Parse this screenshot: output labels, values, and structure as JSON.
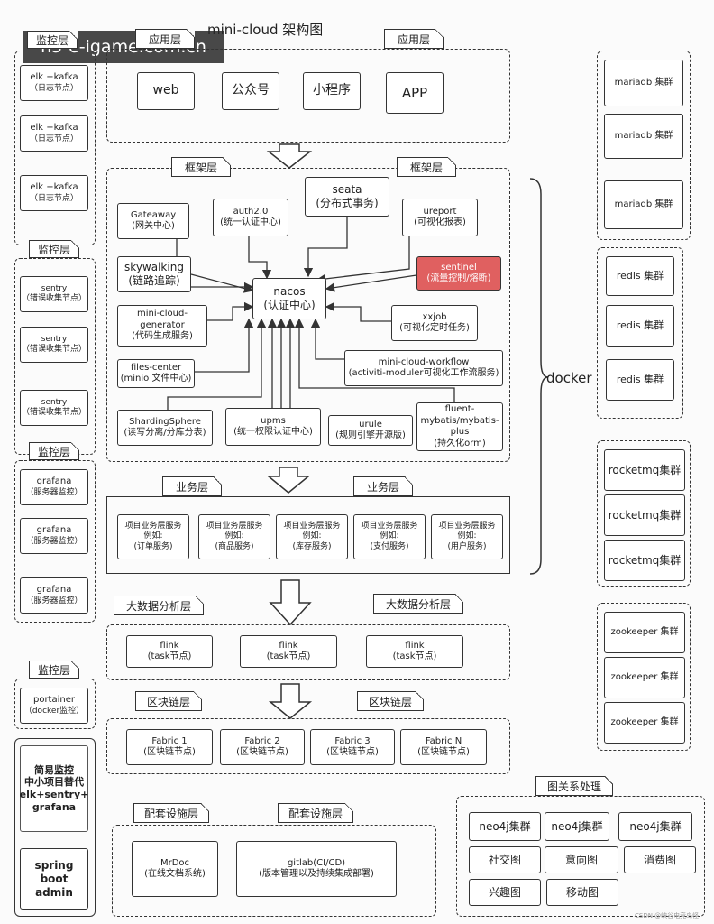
{
  "title": "mini-cloud 架构图",
  "watermark": "h5-e-igame.com.cn",
  "footer_credit": "CSDN @峡谷电竞鸟怪",
  "docker_label": "docker",
  "left": {
    "group1": {
      "tab": "监控层",
      "nodes": [
        {
          "name": "elk +kafka",
          "sub": "（日志节点）"
        },
        {
          "name": "elk +kafka",
          "sub": "（日志节点）"
        },
        {
          "name": "elk +kafka",
          "sub": "（日志节点）"
        }
      ]
    },
    "group2": {
      "tab": "监控层",
      "nodes": [
        {
          "name": "sentry",
          "sub": "（错误收集节点）"
        },
        {
          "name": "sentry",
          "sub": "（错误收集节点）"
        },
        {
          "name": "sentry",
          "sub": "（错误收集节点）"
        }
      ]
    },
    "group3": {
      "tab": "监控层",
      "nodes": [
        {
          "name": "grafana",
          "sub": "（服务器监控）"
        },
        {
          "name": "grafana",
          "sub": "（服务器监控）"
        },
        {
          "name": "grafana",
          "sub": "（服务器监控）"
        }
      ]
    },
    "group4": {
      "tab": "监控层",
      "nodes": [
        {
          "name": "portainer",
          "sub": "（docker监控）"
        }
      ]
    },
    "simple": {
      "text1": "简易监控",
      "text2": "中小项目替代",
      "text3": "elk+sentry+",
      "text4": "grafana",
      "spring1": "spring",
      "spring2": "boot",
      "spring3": "admin"
    }
  },
  "app_layer": {
    "tab1": "应用层",
    "tab2": "应用层",
    "items": [
      "web",
      "公众号",
      "小程序",
      "APP"
    ]
  },
  "framework": {
    "tab1": "框架层",
    "tab2": "框架层",
    "center": {
      "name": "nacos",
      "sub": "(认证中心)"
    },
    "gateway": {
      "name": "Gateaway",
      "sub": "(网关中心)"
    },
    "auth": {
      "name": "auth2.0",
      "sub": "(统一认证中心)"
    },
    "seata": {
      "name": "seata",
      "sub": "(分布式事务)"
    },
    "ureport": {
      "name": "ureport",
      "sub": "(可视化报表)"
    },
    "skywalking": {
      "name": "skywalking",
      "sub": "(链路追踪)"
    },
    "sentinel": {
      "name": "sentinel",
      "sub": "(流量控制/熔断)"
    },
    "generator": {
      "l1": "mini-cloud-",
      "l2": "generator",
      "sub": "(代码生成服务)"
    },
    "xxjob": {
      "name": "xxjob",
      "sub": "(可视化定时任务)"
    },
    "files": {
      "name": "files-center",
      "sub": "(minio 文件中心)"
    },
    "workflow": {
      "name": "mini-cloud-workflow",
      "sub": "(activiti-moduler可视化工作流服务)"
    },
    "sharding": {
      "name": "ShardingSphere",
      "sub": "(读写分离/分库分表)"
    },
    "upms": {
      "name": "upms",
      "sub": "(统一权限认证中心)"
    },
    "urule": {
      "name": "urule",
      "sub": "(规则引擎开源版)"
    },
    "fluent": {
      "l1": "fluent-",
      "l2": "mybatis/mybatis-",
      "l3": "plus",
      "sub": "(持久化orm)"
    }
  },
  "business": {
    "tab1": "业务层",
    "tab2": "业务层",
    "items": [
      {
        "l1": "项目业务层服务",
        "l2": "例如:",
        "l3": "(订单服务)"
      },
      {
        "l1": "项目业务层服务",
        "l2": "例如:",
        "l3": "(商品服务)"
      },
      {
        "l1": "项目业务层服务",
        "l2": "例如:",
        "l3": "(库存服务)"
      },
      {
        "l1": "项目业务层服务",
        "l2": "例如:",
        "l3": "(支付服务)"
      },
      {
        "l1": "项目业务层服务",
        "l2": "例如:",
        "l3": "(用户服务)"
      }
    ]
  },
  "bigdata": {
    "tab1": "大数据分析层",
    "tab2": "大数据分析层",
    "items": [
      {
        "name": "flink",
        "sub": "(task节点)"
      },
      {
        "name": "flink",
        "sub": "(task节点)"
      },
      {
        "name": "flink",
        "sub": "(task节点)"
      }
    ]
  },
  "blockchain": {
    "tab1": "区块链层",
    "tab2": "区块链层",
    "items": [
      {
        "name": "Fabric 1",
        "sub": "(区块链节点)"
      },
      {
        "name": "Fabric 2",
        "sub": "(区块链节点)"
      },
      {
        "name": "Fabric 3",
        "sub": "(区块链节点)"
      },
      {
        "name": "Fabric N",
        "sub": "(区块链节点)"
      }
    ]
  },
  "support": {
    "tab1": "配套设施层",
    "tab2": "配套设施层",
    "mrdoc": {
      "name": "MrDoc",
      "sub": "(在线文档系统)"
    },
    "gitlab": {
      "name": "gitlab(CI/CD)",
      "sub": "(版本管理以及持续集成部署)"
    }
  },
  "right": {
    "mariadb": [
      "mariadb 集群",
      "mariadb 集群",
      "mariadb 集群"
    ],
    "redis": [
      "redis 集群",
      "redis 集群",
      "redis 集群"
    ],
    "rocketmq": [
      "rocketmq集群",
      "rocketmq集群",
      "rocketmq集群"
    ],
    "zookeeper": [
      "zookeeper 集群",
      "zookeeper 集群",
      "zookeeper 集群"
    ]
  },
  "graph": {
    "tab": "图关系处理",
    "neo": [
      "neo4j集群",
      "neo4j集群",
      "neo4j集群"
    ],
    "row2": [
      "社交图",
      "意向图",
      "消费图"
    ],
    "row3": [
      "兴趣图",
      "移动图"
    ]
  }
}
